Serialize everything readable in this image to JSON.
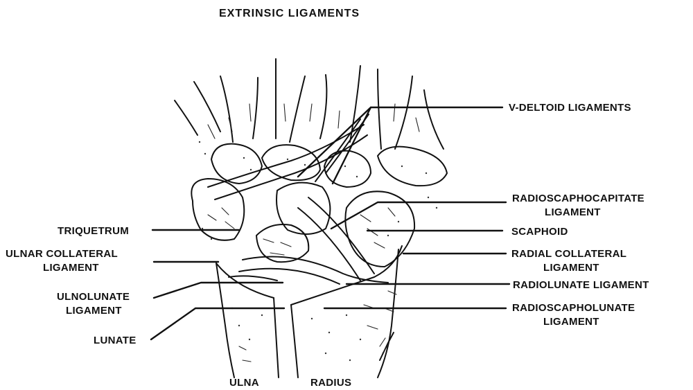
{
  "title": "EXTRINSIC LIGAMENTS",
  "labels": {
    "v_deltoid": "V-DELTOID LIGAMENTS",
    "radioscaphocapitate_1": "RADIOSCAPHOCAPITATE",
    "radioscaphocapitate_2": "LIGAMENT",
    "scaphoid": "SCAPHOID",
    "radial_collateral_1": "RADIAL COLLATERAL",
    "radial_collateral_2": "LIGAMENT",
    "radiolunate": "RADIOLUNATE LIGAMENT",
    "radioscapholunate_1": "RADIOSCAPHOLUNATE",
    "radioscapholunate_2": "LIGAMENT",
    "triquetrum": "TRIQUETRUM",
    "ulnar_collateral_1": "ULNAR COLLATERAL",
    "ulnar_collateral_2": "LIGAMENT",
    "ulnolunate_1": "ULNOLUNATE",
    "ulnolunate_2": "LIGAMENT",
    "lunate": "LUNATE",
    "ulna": "ULNA",
    "radius": "RADIUS"
  }
}
